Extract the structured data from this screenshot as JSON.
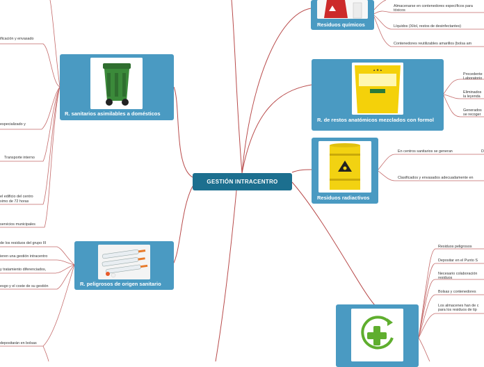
{
  "root": {
    "label": "GESTIÓN INTRACENTRO"
  },
  "nodes": {
    "sanitarios": {
      "label": "R. sanitarios asimilables a domésticos",
      "icon": "green-wheelie-bin"
    },
    "peligrosos": {
      "label": "R. peligrosos de origen sanitario",
      "icon": "syringes"
    },
    "quimicos": {
      "label": "Residuos químicos",
      "icon": "hazard-bag"
    },
    "anatomicos": {
      "label": "R. de restos anatómicos mezclados con formol",
      "icon": "yellow-biohazard-container"
    },
    "radiactivos": {
      "label": "Residuos radiactivos",
      "icon": "radioactive-barrel"
    },
    "reciclaje": {
      "label": "",
      "icon": "green-plus-recycle"
    }
  },
  "leaves": {
    "left": [
      "ificación y envasado",
      "especializado y",
      "Transporte interno",
      "el edificio del centro",
      "ximo de 72 horas",
      "servicios municipales",
      "de los residuos del grupo III",
      "ieren una gestión intracentro",
      "y tratamiento diferenciados,",
      "esgo y el coste de su gestión",
      "depositarán en bolsas"
    ],
    "quimicos": [
      "Almacenarse en contenedores específicos para",
      "tóxicos",
      "Líquidos (Xilol, restos de desinfectantes)",
      "Contenedores reutilizables amarillos (bolsa am"
    ],
    "anatomicos": [
      "Procedente",
      "Laboratorio",
      "Eliminados",
      "la leyenda",
      "Generados",
      "se recoger"
    ],
    "radiactivos": [
      "En centros sanitarios se generan",
      "D",
      "Clasificados y envasados adecuadamente en"
    ],
    "reciclaje": [
      "Residuos peligrosos",
      "Depositar en el Punto S",
      "Necesario colaboración",
      "residuos",
      "Bolsas y contenedores",
      "Los almacenes han de c",
      "para los residuos de tip"
    ]
  },
  "colors": {
    "node": "#4a9ac2",
    "root": "#1c6f8f",
    "link": "#b84a4a"
  }
}
